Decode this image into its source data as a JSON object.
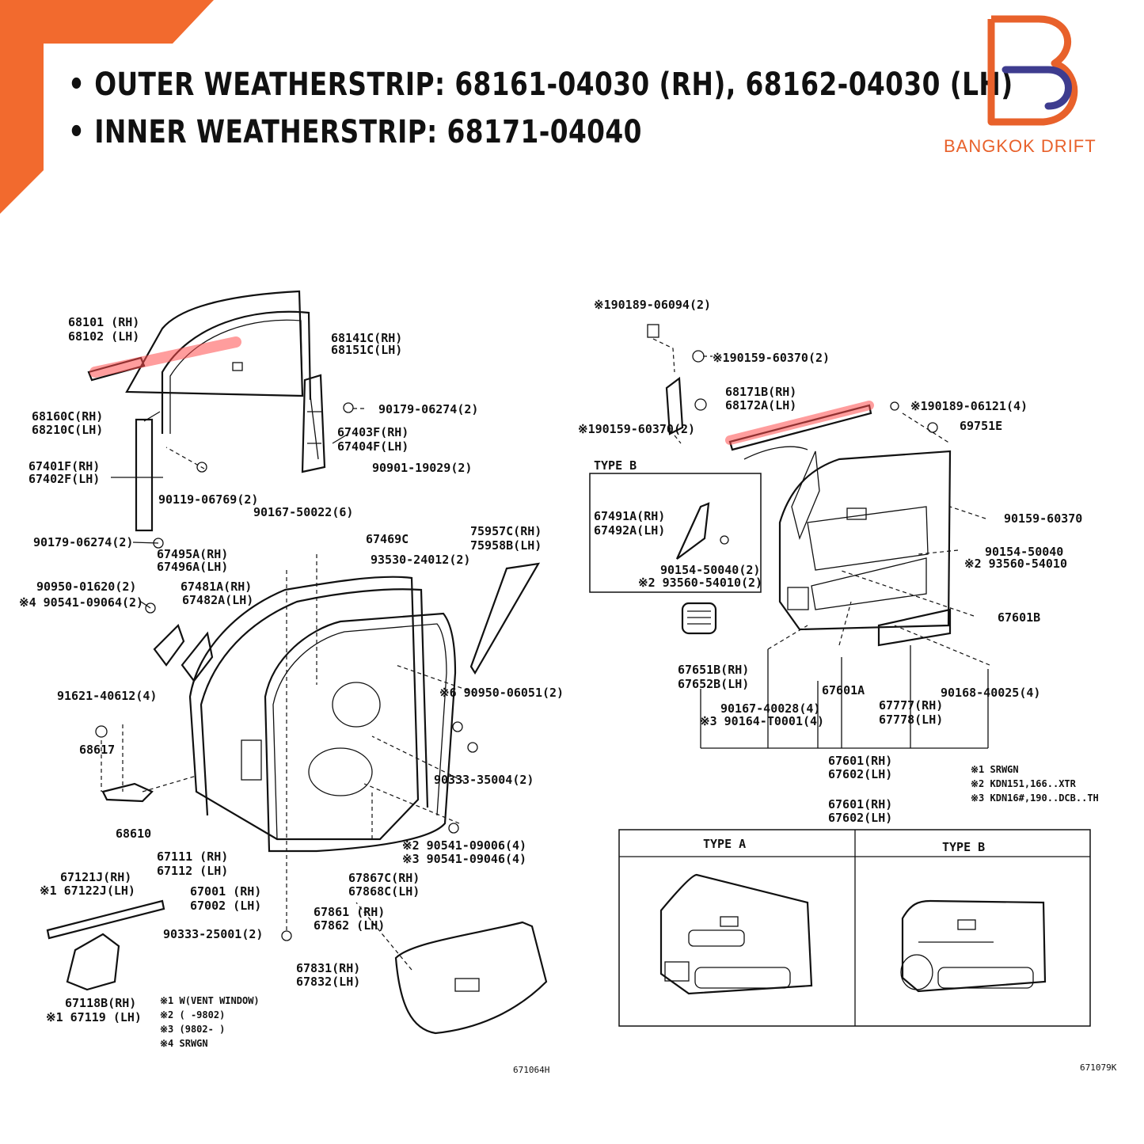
{
  "headline": {
    "line1": "• OUTER WEATHERSTRIP: 68161-04030 (RH), 68162-04030 (LH)",
    "line2": "• INNER WEATHERSTRIP: 68171-04040"
  },
  "brand": {
    "name": "BANGKOK DRIFT",
    "color": "#e8612b"
  },
  "accent_color": "#f26a2e",
  "highlight_color": "#ff4d4d",
  "left_diagram": {
    "labels": [
      "68101 (RH)",
      "68102 (LH)",
      "68141C(RH)",
      "68151C(LH)",
      "68160C(RH)",
      "68210C(LH)",
      "90179-06274(2)",
      "67403F(RH)",
      "67404F(LH)",
      "67401F(RH)",
      "67402F(LH)",
      "90901-19029(2)",
      "90119-06769(2)",
      "90167-50022(6)",
      "90179-06274(2)",
      "67495A(RH)",
      "67496A(LH)",
      "67469C",
      "93530-24012(2)",
      "75957C(RH)",
      "75958B(LH)",
      "90950-01620(2)",
      "※4 90541-09064(2)",
      "67481A(RH)",
      "67482A(LH)",
      "91621-40612(4)",
      "※6 90950-06051(2)",
      "68617",
      "90333-35004(2)",
      "68610",
      "※2 90541-09006(4)",
      "※3 90541-09046(4)",
      "67111 (RH)",
      "67112 (LH)",
      "67121J(RH)",
      "※1 67122J(LH)",
      "67867C(RH)",
      "67868C(LH)",
      "67001 (RH)",
      "67002 (LH)",
      "67861 (RH)",
      "67862 (LH)",
      "90333-25001(2)",
      "67831(RH)",
      "67832(LH)",
      "67118B(RH)",
      "※1 67119 (LH)"
    ],
    "notes": [
      "※1 W(VENT WINDOW)",
      "※2 (      -9802)",
      "※3 (9802-       )",
      "※4 SRWGN"
    ],
    "ref_code": "671064H"
  },
  "right_diagram": {
    "labels": [
      "※190189-06094(2)",
      "※190159-60370(2)",
      "68171B(RH)",
      "68172A(LH)",
      "※190189-06121(4)",
      "※190159-60370(2)",
      "69751E",
      "TYPE B",
      "67491A(RH)",
      "67492A(LH)",
      "90154-50040(2)",
      "※2 93560-54010(2)",
      "90159-60370",
      "90154-50040",
      "※2 93560-54010",
      "67601B",
      "67651B(RH)",
      "67652B(LH)",
      "67601A",
      "90168-40025(4)",
      "90167-40028(4)",
      "※3 90164-T0001(4)",
      "67777(RH)",
      "67778(LH)",
      "67601(RH)",
      "67602(LH)",
      "67601(RH)",
      "67602(LH)"
    ],
    "notes": [
      "※1 SRWGN",
      "※2 KDN151,166..XTR",
      "※3 KDN16#,190..DCB..TH"
    ],
    "table": {
      "type_a": "TYPE A",
      "type_b": "TYPE B"
    },
    "ref_code": "671079K"
  }
}
